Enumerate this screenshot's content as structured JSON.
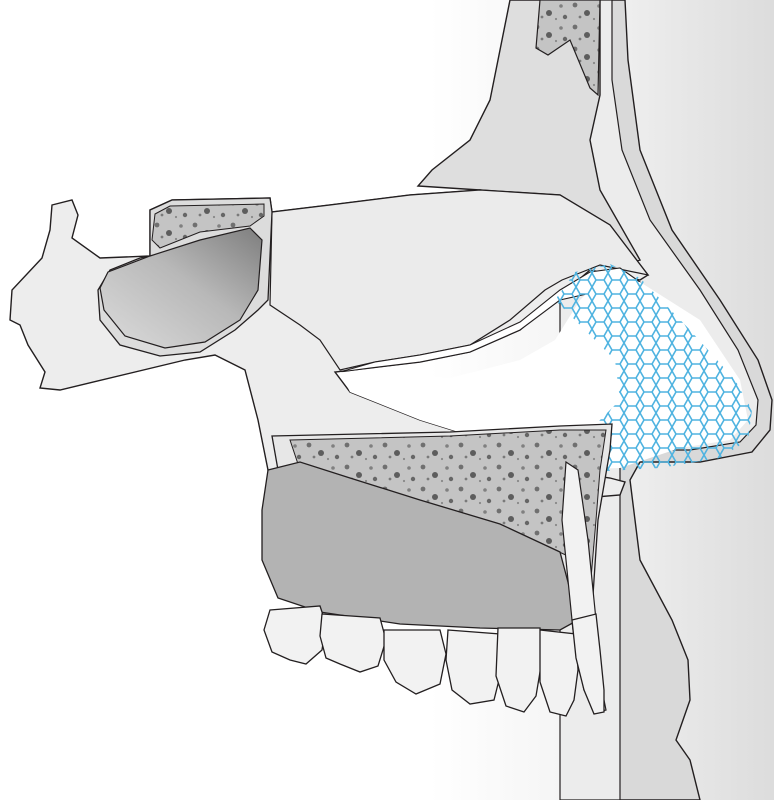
{
  "figure": {
    "background": "#ffffff",
    "colors": {
      "outline": "#231f20",
      "bone_fill": "#ededed",
      "skin_light": "#e4e4e4",
      "skin_shadow": "#c8c8c8",
      "cancellous_bone": "#bdbdbd",
      "cancellous_dots": "#6d6d6d",
      "sinus_dark": "#8a8a8a",
      "sinus_light": "#d9d9d9",
      "gum": "#b3b3b3",
      "tooth": "#f2f2f2",
      "mesh": "#4fb3e0"
    },
    "parts": [
      "skull-profile",
      "nasal-bone",
      "maxillary-sinus",
      "hard-palate",
      "gum",
      "teeth",
      "mesh-implant"
    ]
  }
}
